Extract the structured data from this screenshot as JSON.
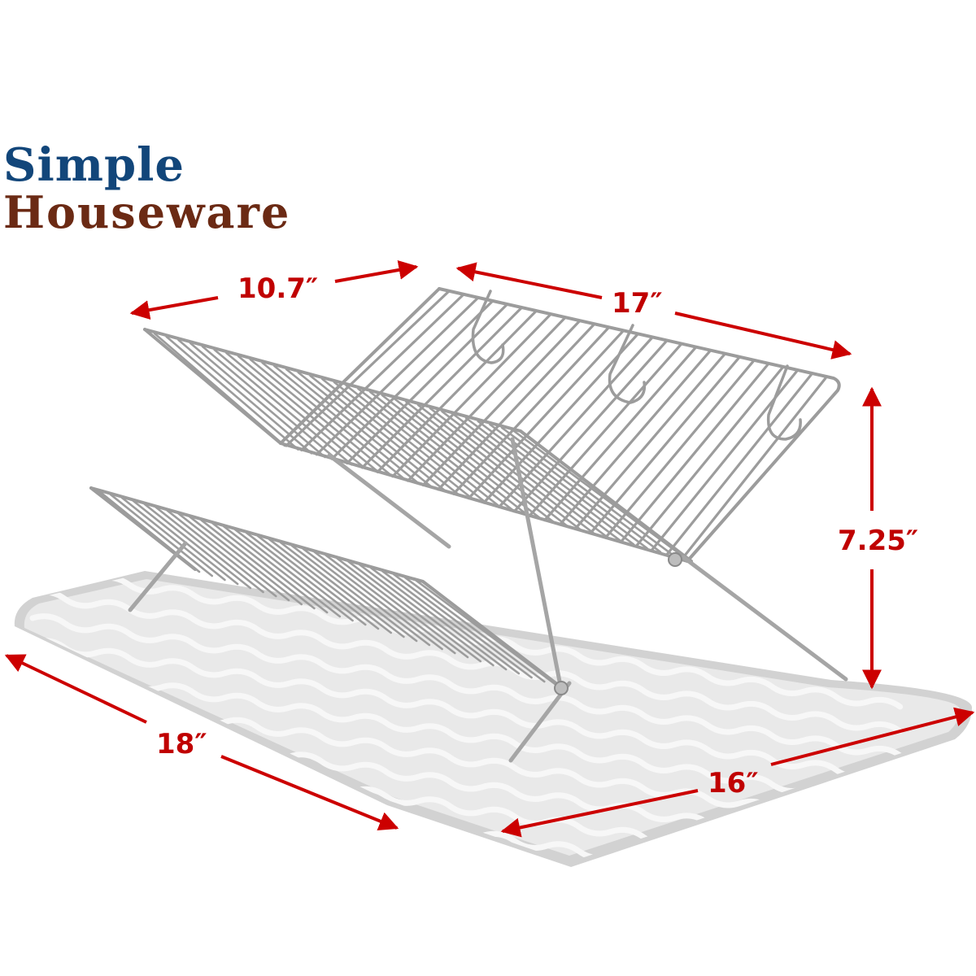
{
  "brand": {
    "line1": "Simple",
    "line2": "Houseware",
    "line1_color": "#12467a",
    "line2_color": "#6b2a14"
  },
  "dimensions": {
    "rack_depth": "10.7″",
    "rack_length": "17″",
    "rack_height": "7.25″",
    "mat_length": "18″",
    "mat_width": "16″"
  },
  "colors": {
    "arrow": "#cc0000",
    "label": "#c00000",
    "mat": "#e6e6e6",
    "mat_edge": "#d2d2d2",
    "wire": "#9c9c9c"
  },
  "icons": {
    "product": "dish-rack-illustration",
    "mat": "drying-mat-illustration"
  }
}
